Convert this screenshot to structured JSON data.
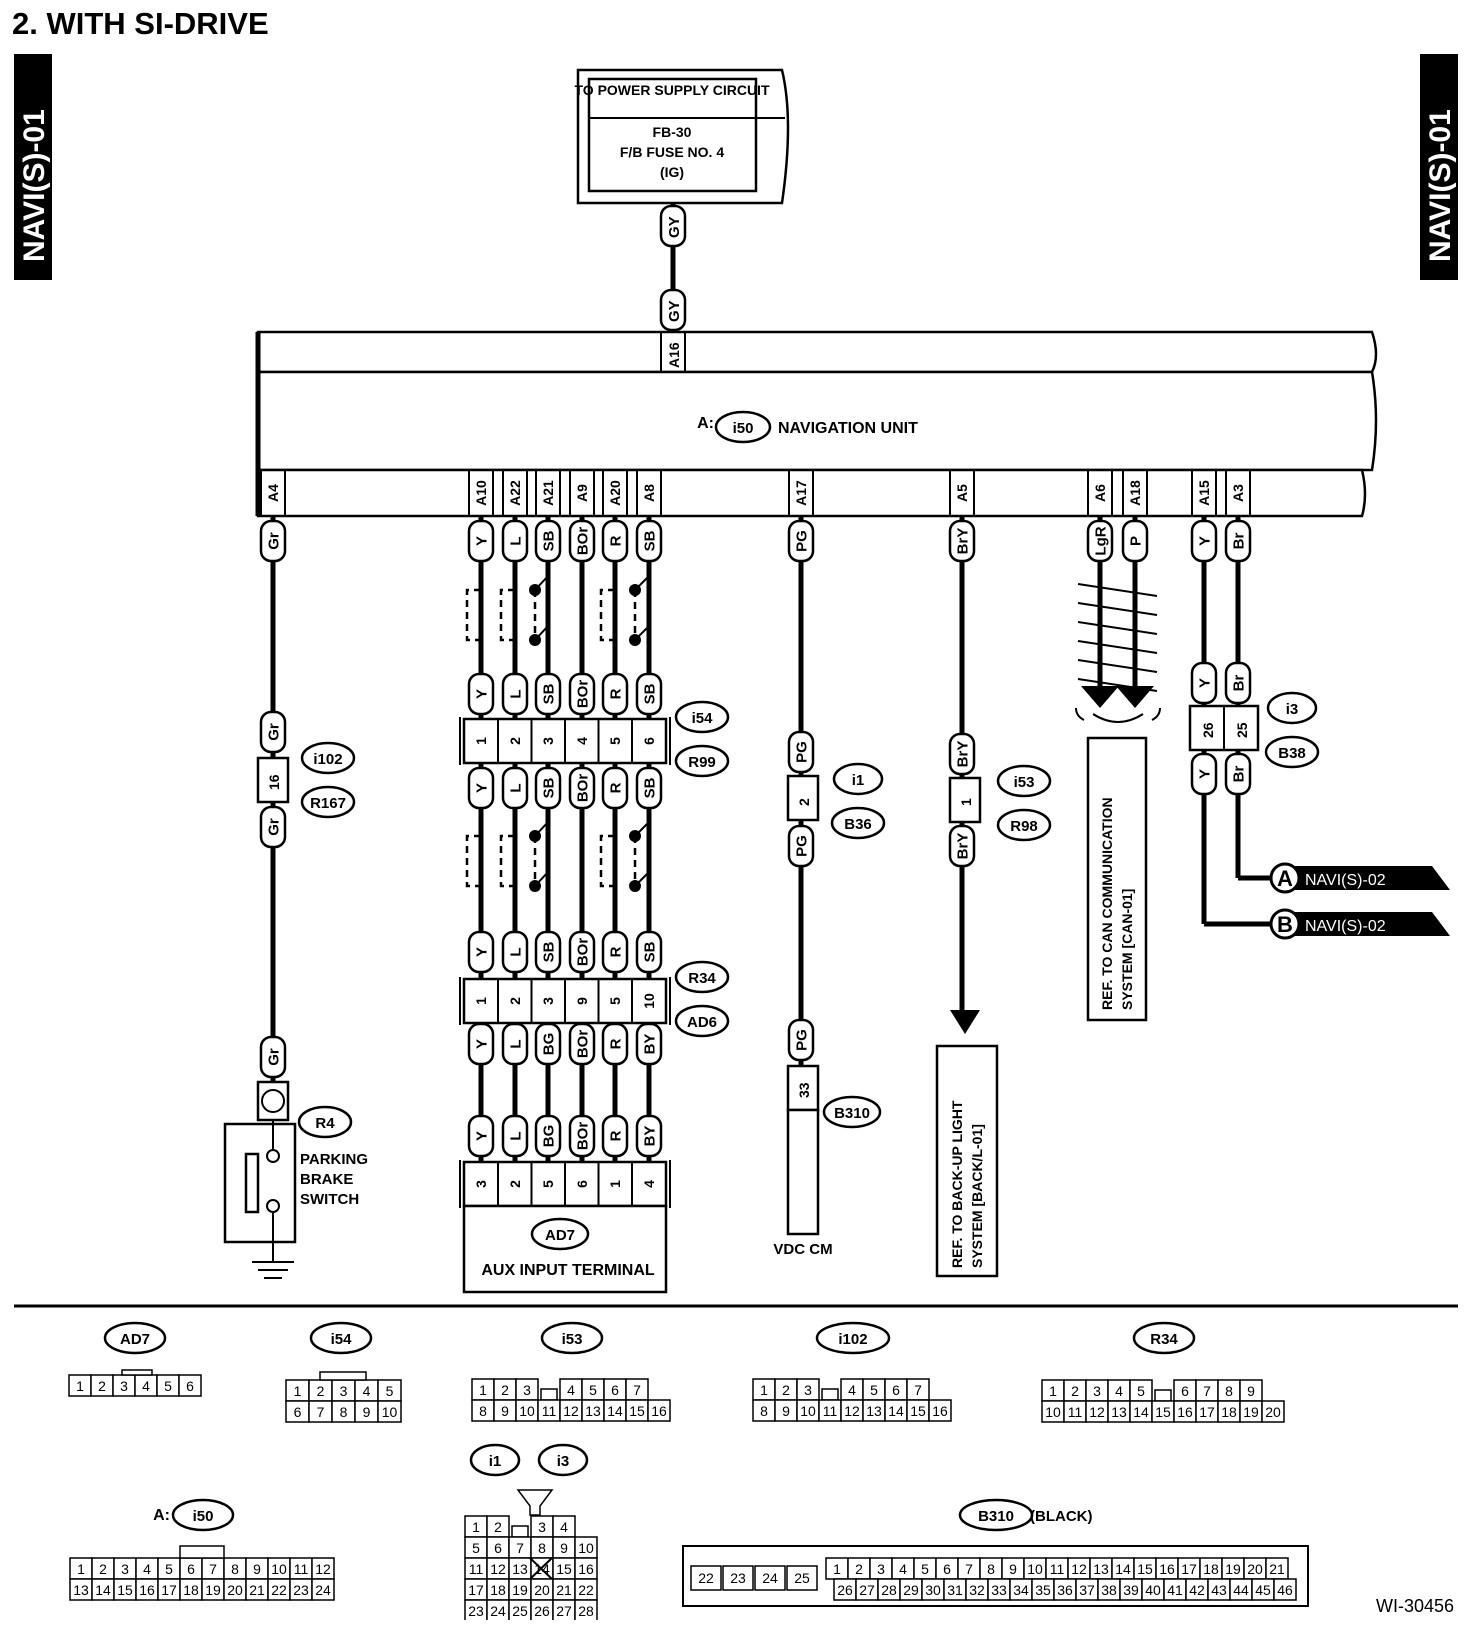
{
  "header": {
    "section_title": "2.  WITH SI-DRIVE",
    "side_tab": "NAVI(S)-01",
    "figure_id": "WI-30456"
  },
  "power_supply": {
    "title": "TO POWER SUPPLY CIRCUIT",
    "fuse": "FB-30",
    "fuse_name": "F/B FUSE NO. 4",
    "mode": "(IG)",
    "wire_color": "GY",
    "pin": "A16"
  },
  "nav_unit": {
    "prefix": "A:",
    "connector": "i50",
    "name": "NAVIGATION UNIT"
  },
  "nav_pins": [
    {
      "pin": "A4",
      "color": "Gr"
    },
    {
      "pin": "A10",
      "color": "Y"
    },
    {
      "pin": "A22",
      "color": "L"
    },
    {
      "pin": "A21",
      "color": "SB"
    },
    {
      "pin": "A9",
      "color": "BOr"
    },
    {
      "pin": "A20",
      "color": "R"
    },
    {
      "pin": "A8",
      "color": "SB"
    },
    {
      "pin": "A17",
      "color": "PG"
    },
    {
      "pin": "A5",
      "color": "BrY"
    },
    {
      "pin": "A6",
      "color": "LgR"
    },
    {
      "pin": "A18",
      "color": "P"
    },
    {
      "pin": "A15",
      "color": "Y"
    },
    {
      "pin": "A3",
      "color": "Br"
    }
  ],
  "connectors": {
    "i102_R167": {
      "a": "i102",
      "b": "R167",
      "pin": "16"
    },
    "R4": {
      "label": "R4",
      "device": "PARKING BRAKE SWITCH"
    },
    "i54_R99": {
      "a": "i54",
      "b": "R99",
      "pins": [
        "1",
        "2",
        "3",
        "4",
        "5",
        "6"
      ],
      "colors_top": [
        "Y",
        "L",
        "SB",
        "BOr",
        "R",
        "SB"
      ],
      "colors_bottom": [
        "Y",
        "L",
        "SB",
        "BOr",
        "R",
        "SB"
      ]
    },
    "R34_AD6": {
      "a": "R34",
      "b": "AD6",
      "pins": [
        "1",
        "2",
        "3",
        "9",
        "5",
        "10"
      ],
      "colors_top": [
        "Y",
        "L",
        "SB",
        "BOr",
        "R",
        "SB"
      ],
      "colors_bottom": [
        "Y",
        "L",
        "BG",
        "BOr",
        "R",
        "BY"
      ]
    },
    "AD7": {
      "label": "AD7",
      "device": "AUX INPUT TERMINAL",
      "pins": [
        "3",
        "2",
        "5",
        "6",
        "1",
        "4"
      ],
      "colors": [
        "Y",
        "L",
        "BG",
        "BOr",
        "R",
        "BY"
      ]
    },
    "i1_B36": {
      "a": "i1",
      "b": "B36",
      "pin": "2"
    },
    "B310": {
      "label": "B310",
      "pin": "33",
      "device": "VDC CM"
    },
    "i53_R98": {
      "a": "i53",
      "b": "R98",
      "pin": "1"
    },
    "i3_B38": {
      "a": "i3",
      "b": "B38",
      "pins": [
        "26",
        "25"
      ],
      "colors": [
        "Y",
        "Br"
      ]
    }
  },
  "refs": {
    "backup": {
      "line1": "REF. TO BACK-UP LIGHT",
      "line2": "SYSTEM [BACK/L-01]"
    },
    "can": {
      "line1": "REF. TO CAN COMMUNICATION",
      "line2": "SYSTEM [CAN-01]"
    },
    "link_a": {
      "letter": "A",
      "target": "NAVI(S)-02"
    },
    "link_b": {
      "letter": "B",
      "target": "NAVI(S)-02"
    }
  },
  "pinouts": {
    "AD7": {
      "label": "AD7",
      "rows": [
        [
          "1",
          "2",
          "3",
          "4",
          "5",
          "6"
        ]
      ]
    },
    "i54": {
      "label": "i54",
      "rows": [
        [
          "1",
          "2",
          "3",
          "4",
          "5"
        ],
        [
          "6",
          "7",
          "8",
          "9",
          "10"
        ]
      ]
    },
    "i53": {
      "label": "i53",
      "rows": [
        [
          "1",
          "2",
          "3",
          "",
          "4",
          "5",
          "6",
          "7"
        ],
        [
          "8",
          "9",
          "10",
          "11",
          "12",
          "13",
          "14",
          "15",
          "16"
        ]
      ]
    },
    "i102": {
      "label": "i102",
      "rows": [
        [
          "1",
          "2",
          "3",
          "",
          "4",
          "5",
          "6",
          "7"
        ],
        [
          "8",
          "9",
          "10",
          "11",
          "12",
          "13",
          "14",
          "15",
          "16"
        ]
      ]
    },
    "R34": {
      "label": "R34",
      "rows": [
        [
          "1",
          "2",
          "3",
          "4",
          "5",
          "",
          "6",
          "7",
          "8",
          "9"
        ],
        [
          "10",
          "11",
          "12",
          "13",
          "14",
          "15",
          "16",
          "17",
          "18",
          "19",
          "20"
        ]
      ]
    },
    "i50": {
      "label": "i50",
      "prefix": "A:",
      "rows": [
        [
          "1",
          "2",
          "3",
          "4",
          "5",
          "6",
          "7",
          "8",
          "9",
          "10",
          "11",
          "12"
        ],
        [
          "13",
          "14",
          "15",
          "16",
          "17",
          "18",
          "19",
          "20",
          "21",
          "22",
          "23",
          "24"
        ]
      ]
    },
    "i1_i3": {
      "labels": [
        "i1",
        "i3"
      ],
      "rows": [
        [
          "1",
          "2",
          "",
          "3",
          "4"
        ],
        [
          "5",
          "6",
          "7",
          "8",
          "9",
          "10"
        ],
        [
          "11",
          "12",
          "13",
          "14",
          "15",
          "16"
        ],
        [
          "17",
          "18",
          "19",
          "20",
          "21",
          "22"
        ],
        [
          "23",
          "24",
          "25",
          "26",
          "27",
          "28"
        ]
      ]
    },
    "B310": {
      "label": "B310",
      "note": "(BLACK)",
      "left": [
        "22",
        "23",
        "24",
        "25"
      ],
      "rows": [
        [
          "1",
          "2",
          "3",
          "4",
          "5",
          "6",
          "7",
          "8",
          "9",
          "10",
          "11",
          "12",
          "13",
          "14",
          "15",
          "16",
          "17",
          "18",
          "19",
          "20",
          "21"
        ],
        [
          "26",
          "27",
          "28",
          "29",
          "30",
          "31",
          "32",
          "33",
          "34",
          "35",
          "36",
          "37",
          "38",
          "39",
          "40",
          "41",
          "42",
          "43",
          "44",
          "45",
          "46"
        ]
      ]
    }
  }
}
